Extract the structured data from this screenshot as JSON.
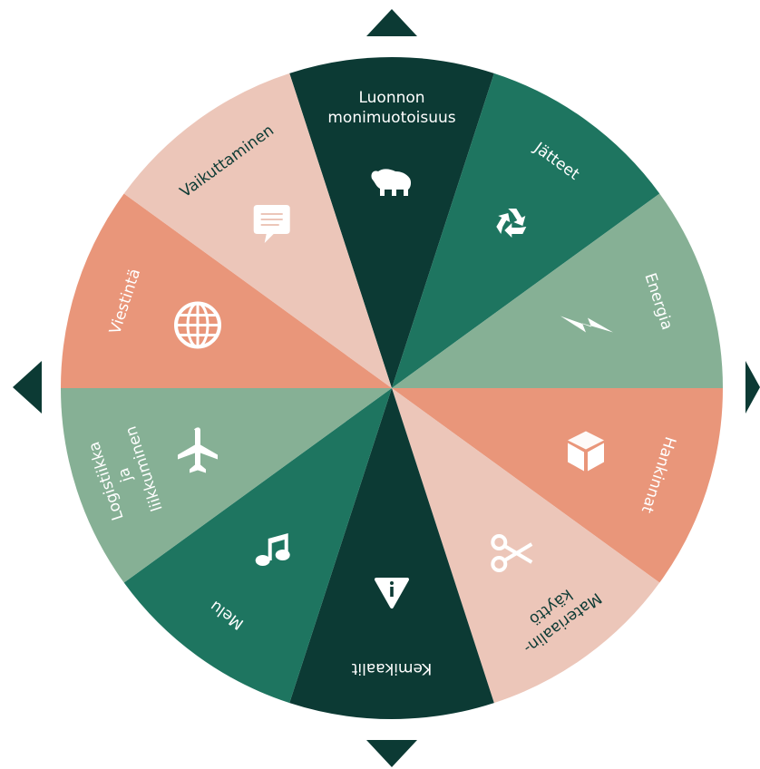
{
  "colors": {
    "darkest": "#0c3a34",
    "green": "#1e7560",
    "sage": "#86b095",
    "salmon": "#e9967a",
    "pink": "#ecc6b9",
    "icon": "#ffffff"
  },
  "segments": [
    {
      "id": "luonnon",
      "lines": [
        "Luonnon",
        "monimuotoisuus"
      ],
      "color": "darkest",
      "icon": "bear-icon",
      "text_color": "light"
    },
    {
      "id": "jatteet",
      "lines": [
        "Jätteet"
      ],
      "color": "green",
      "icon": "recycle-icon",
      "text_color": "light"
    },
    {
      "id": "energia",
      "lines": [
        "Energia"
      ],
      "color": "sage",
      "icon": "lightning-icon",
      "text_color": "light"
    },
    {
      "id": "hankinnat",
      "lines": [
        "Hankinnat"
      ],
      "color": "salmon",
      "icon": "cube-icon",
      "text_color": "light"
    },
    {
      "id": "materiaalin",
      "lines": [
        "Materiaalin-",
        "käyttö"
      ],
      "color": "pink",
      "icon": "scissors-icon",
      "text_color": "dark"
    },
    {
      "id": "kemikaalit",
      "lines": [
        "Kemikaalit"
      ],
      "color": "darkest",
      "icon": "warning-icon",
      "text_color": "light"
    },
    {
      "id": "melu",
      "lines": [
        "Melu"
      ],
      "color": "green",
      "icon": "music-note-icon",
      "text_color": "light"
    },
    {
      "id": "logistiikka",
      "lines": [
        "Logistiikka",
        "ja",
        "liikkuminen"
      ],
      "color": "sage",
      "icon": "airplane-icon",
      "text_color": "light"
    },
    {
      "id": "viestinta",
      "lines": [
        "Viestintä"
      ],
      "color": "salmon",
      "icon": "globe-icon",
      "text_color": "light"
    },
    {
      "id": "vaikuttaminen",
      "lines": [
        "Vaikuttaminen"
      ],
      "color": "pink",
      "icon": "speech-bubble-icon",
      "text_color": "dark"
    }
  ],
  "navigation": {
    "up": "arrow-up-icon",
    "down": "arrow-down-icon",
    "left": "arrow-left-icon",
    "right": "arrow-right-icon"
  }
}
